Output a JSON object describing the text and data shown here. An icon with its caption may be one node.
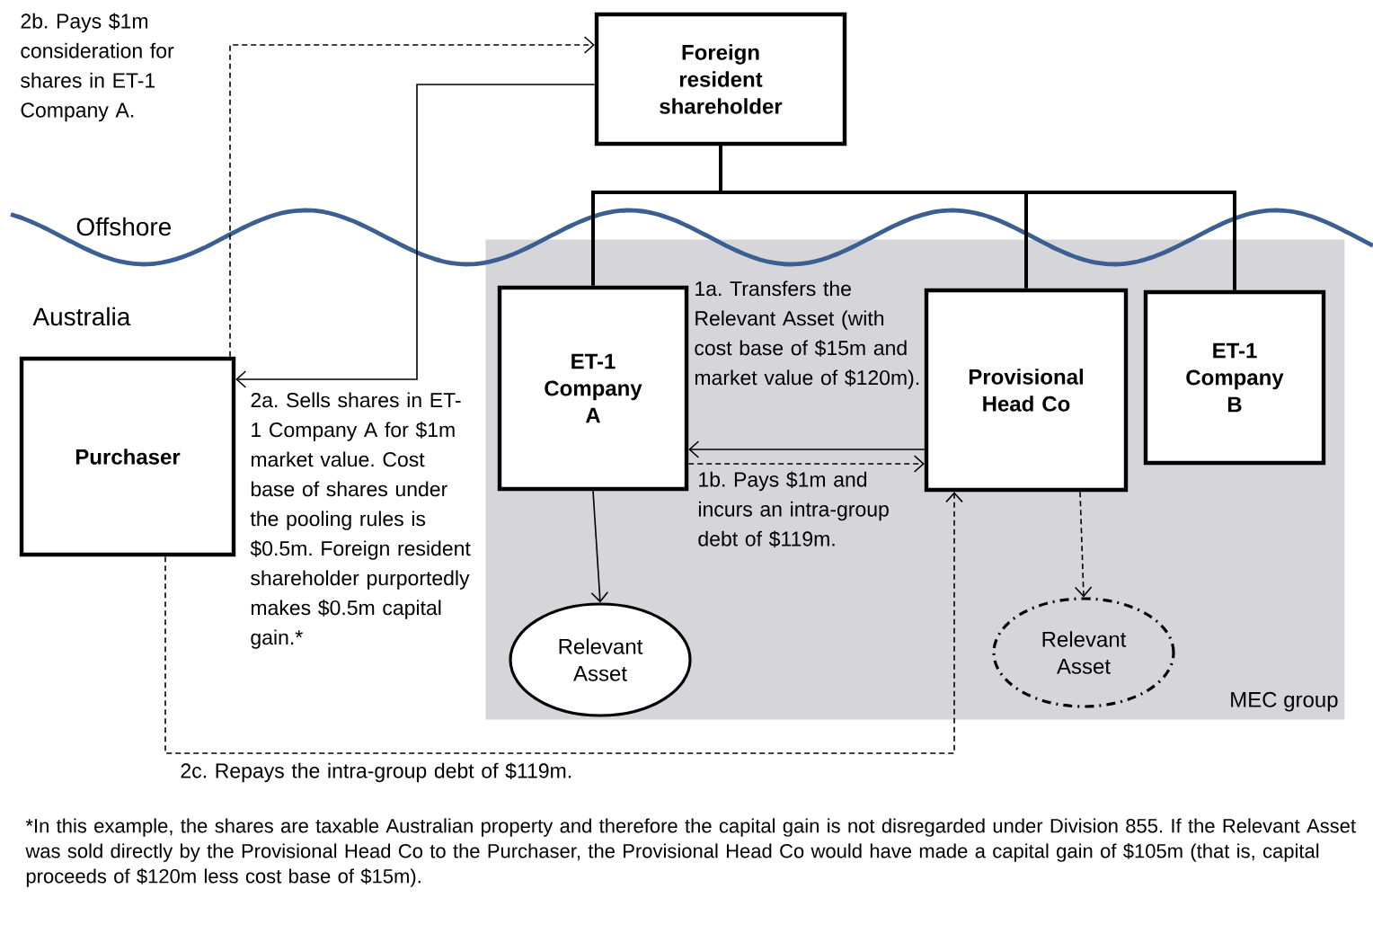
{
  "diagram": {
    "caption": "*In this example, the shares are taxable Australian property and therefore the capital gain is not disregarded under Division 855. If the Relevant Asset was sold directly by the Provisional Head Co to the Purchaser, the Provisional Head Co would have made a capital gain of $105m (that is, capital proceeds of $120m less cost base of $15m).",
    "nodes": [
      {
        "text": [
          "Foreign resident shareholder"
        ]
      },
      {
        "text": [
          "MEC group"
        ]
      },
      {
        "text": [
          "ET-1 Company A"
        ],
        "in": 1
      },
      {
        "text": [
          "Provisional Head Co"
        ],
        "in": 1
      },
      {
        "text": [
          "ET-1 Company B"
        ],
        "in": 1
      },
      {
        "text": [
          "Purchaser"
        ]
      },
      {
        "text": [
          "Relevant Asset"
        ],
        "in": 1
      },
      {
        "text": [
          "Relevant Asset"
        ],
        "in": 1
      }
    ],
    "edges": [
      {
        "from": 0,
        "to": 2,
        "arrow": "none"
      },
      {
        "from": 0,
        "to": 3,
        "arrow": "none"
      },
      {
        "from": 0,
        "to": 4,
        "arrow": "none"
      },
      {
        "from": 3,
        "to": 2,
        "arrow": "to",
        "label": "1a. Transfers the Relevant Asset (with cost base of $15m and market value of $120m)."
      },
      {
        "from": 2,
        "to": 3,
        "arrow": "to",
        "style": "dashed",
        "label": "1b. Pays $1m and incurs an intra-group debt of $119m."
      },
      {
        "from": 0,
        "to": 5,
        "arrow": "to",
        "label": "2a. Sells shares in ET-1 Company A for $1m market value. Cost base of shares under the pooling rules is $0.5m. Foreign resident shareholder purportedly makes $0.5m capital gain.*"
      },
      {
        "from": 5,
        "to": 0,
        "arrow": "to",
        "style": "dashed",
        "label": "2b. Pays $1m consideration for shares in ET-1 Company A."
      },
      {
        "from": 5,
        "to": 3,
        "arrow": "to",
        "style": "dashed",
        "label": "2c. Repays the intra-group debt of $119m."
      },
      {
        "from": 2,
        "to": 6,
        "arrow": "to"
      },
      {
        "from": 3,
        "to": 7,
        "arrow": "to",
        "style": "dashed"
      }
    ],
    "labels": [
      "Offshore",
      "Australia"
    ]
  }
}
